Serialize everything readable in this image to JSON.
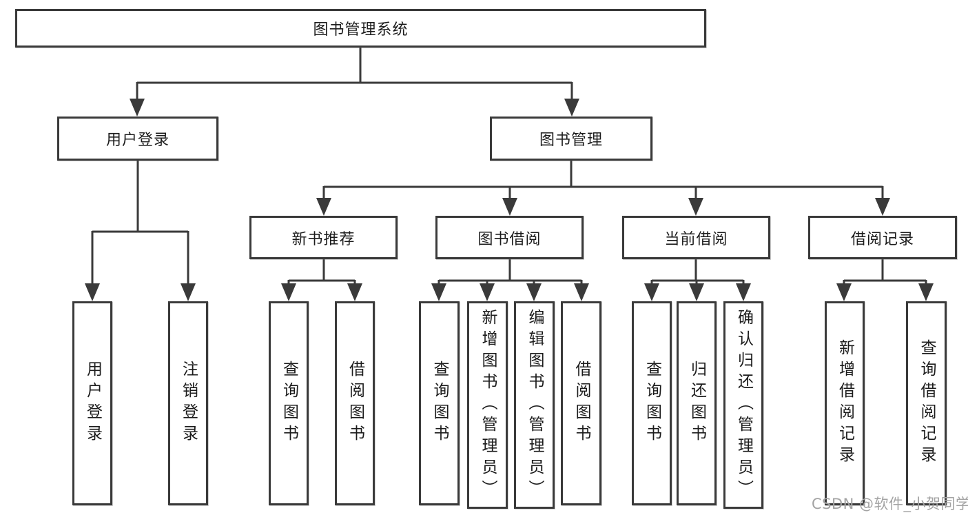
{
  "diagram": {
    "title": "图书管理系统",
    "branches": [
      {
        "label": "用户登录",
        "children": [
          {
            "label": "用户登录"
          },
          {
            "label": "注销登录"
          }
        ]
      },
      {
        "label": "图书管理",
        "children": [
          {
            "label": "新书推荐",
            "children": [
              {
                "label": "查询图书"
              },
              {
                "label": "借阅图书"
              }
            ]
          },
          {
            "label": "图书借阅",
            "children": [
              {
                "label": "查询图书"
              },
              {
                "label": "新增图书（管理员）"
              },
              {
                "label": "编辑图书（管理员）"
              },
              {
                "label": "借阅图书"
              }
            ]
          },
          {
            "label": "当前借阅",
            "children": [
              {
                "label": "查询图书"
              },
              {
                "label": "归还图书"
              },
              {
                "label": "确认归还（管理员）"
              }
            ]
          },
          {
            "label": "借阅记录",
            "children": [
              {
                "label": "新增借阅记录"
              },
              {
                "label": "查询借阅记录"
              }
            ]
          }
        ]
      }
    ]
  },
  "watermark": "CSDN @软件_小贺同学",
  "colors": {
    "line": "#3a3a3a",
    "box_border": "#3a3a3a",
    "text": "#1c1c1c",
    "watermark": "#a3a3a3",
    "background": "#ffffff"
  }
}
